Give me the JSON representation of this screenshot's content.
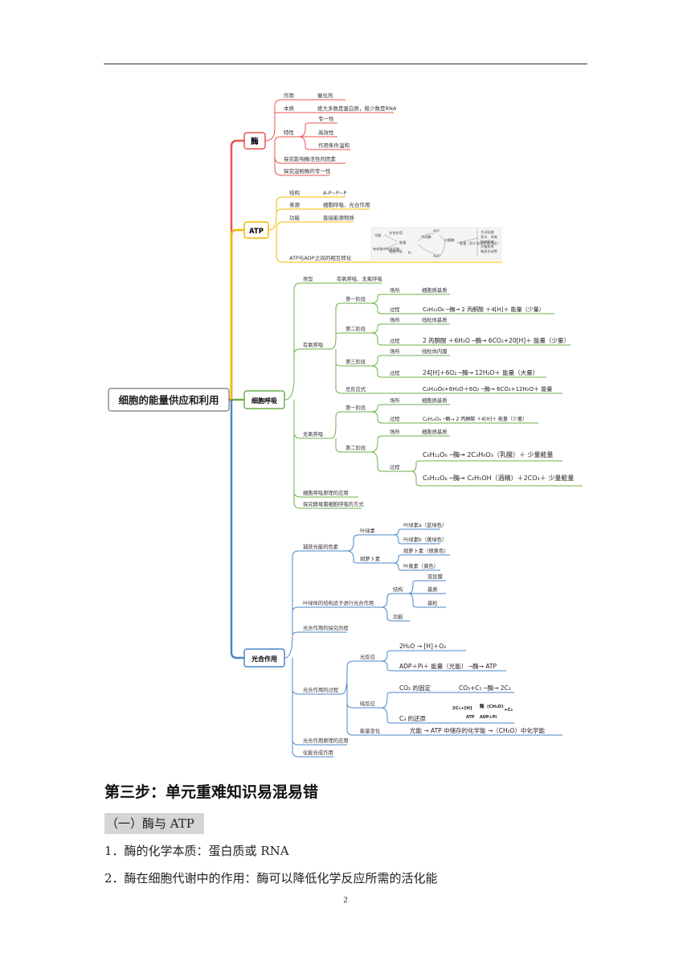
{
  "mindmap": {
    "root": "细胞的能量供应和利用",
    "enzyme": {
      "title": "酶",
      "zuoyong": "作用",
      "zuoyong_v": "催化剂",
      "benzhi": "本质",
      "benzhi_v": "绝大多数是蛋白质，极少数是RNA",
      "texing": "特性",
      "t1": "专一性",
      "t2": "高效性",
      "t3": "作用条件温和",
      "explore1": "探究影响酶活性的因素",
      "explore2": "探究淀粉酶的专一性"
    },
    "atp": {
      "title": "ATP",
      "jiegou": "结构",
      "jiegou_v": "A-P~P~P",
      "laiyuan": "来源",
      "laiyuan_v": "细胞呼吸、光合作用",
      "gongneng": "功能",
      "gongneng_v": "直接能源物质",
      "convert": "ATP与ADP之间的相互转化",
      "diagram": {
        "guang": "光能",
        "guanghe": "光合作用",
        "youji": "有机物中的化学能",
        "xibao": "细胞呼吸",
        "nengliang": "能量",
        "he": "合成酶",
        "atp": "ATP",
        "adp": "ADP",
        "pi": "Pi",
        "shuijie": "水解酶",
        "nl2": "能量（用于各项生命活动）",
        "uses": [
          "主动运输",
          "发光、发电",
          "肌肉收缩",
          "大脑思考",
          "物质合成等"
        ]
      }
    },
    "resp": {
      "title": "细胞呼吸",
      "leixing": "类型",
      "leixing_v": "有氧呼吸、无氧呼吸",
      "aerobic": "有氧呼吸",
      "s1": "第一阶段",
      "s1_place_l": "场所",
      "s1_place": "细胞质基质",
      "s1_proc_l": "过程",
      "s1_eq": "C₆H₁₂O₆ ─酶→ 2 丙酮酸 ＋4[H]＋ 能量（少量）",
      "s2": "第二阶段",
      "s2_place_l": "场所",
      "s2_place": "线粒体基质",
      "s2_proc_l": "过程",
      "s2_eq": "2 丙酮酸 ＋6H₂O ─酶→ 6CO₂+20[H]＋ 能量（少量）",
      "s3": "第三阶段",
      "s3_place_l": "场所",
      "s3_place": "线粒体内膜",
      "s3_proc_l": "过程",
      "s3_eq": "24[H]＋6O₂ ─酶→ 12H₂O＋ 能量（大量）",
      "total_l": "总反应式",
      "total_eq": "C₆H₁₂O₆+6H₂O＋6O₂ ─酶→ 6CO₂+12H₂O＋ 能量",
      "anaerobic": "无氧呼吸",
      "a1": "第一阶段",
      "a1_place_l": "场所",
      "a1_place": "细胞质基质",
      "a1_proc_l": "过程",
      "a1_eq": "C₆H₁₂O₆ ─酶→ 2 丙酮酸 ＋4[H]＋ 能量（少量）",
      "a2": "第二阶段",
      "a2_place_l": "场所",
      "a2_place": "细胞质基质",
      "a2_proc_l": "过程",
      "a2_eq1": "C₆H₁₂O₆ ─酶→ 2C₃H₆O₃（乳酸）＋ 少量能量",
      "a2_eq2": "C₆H₁₂O₆ ─酶→ C₂H₅OH（酒精）＋2CO₂＋ 少量能量",
      "app": "细胞呼吸原理的应用",
      "yeast": "探究酵母菌细胞呼吸的方式"
    },
    "photo": {
      "title": "光合作用",
      "pigment": "捕获光能的色素",
      "chl": "叶绿素",
      "chla": "叶绿素a（蓝绿色）",
      "chlb": "叶绿素b（黄绿色）",
      "car": "胡萝卜素",
      "cara": "胡萝卜素（橙黄色）",
      "xan": "叶黄素（黄色）",
      "struct": "叶绿体的结构适于进行光合作用",
      "jg": "结构",
      "m1": "双层膜",
      "m2": "基质",
      "m3": "基粒",
      "gn": "功能",
      "history": "光合作用的探究历程",
      "process": "光合作用的过程",
      "light": "光反应",
      "l_eq1": "2H₂O → [H]＋O₂",
      "l_eq2": "ADP＋Pi＋ 能量（光能） ─酶→ ATP",
      "dark": "暗反应",
      "co2": "CO₂ 的固定",
      "co2_eq": "CO₂+C₅ ─酶→ 2C₃",
      "c3": "C₃ 的还原",
      "c3_eq_a": "2C₃+[H]",
      "c3_eq_b": "(CH₂O)",
      "c3_eq_c": "+C₅",
      "c3_atp": "ATP",
      "c3_adp": "ADP+Pi",
      "c3_enz": "酶",
      "energy": "能量变化",
      "energy_v": "光能 → ATP 中储存的化学能 →（CH₂O）中化学能",
      "app": "光合作用原理的应用",
      "chemo": "化能合成作用"
    }
  },
  "doc": {
    "step": "第三步：单元重难知识易混易错",
    "section": "（一）酶与 ATP",
    "items": [
      "1．酶的化学本质：蛋白质或 RNA",
      "2．酶在细胞代谢中的作用：酶可以降低化学反应所需的活化能"
    ],
    "page": "2"
  },
  "colors": {
    "red": "#e8554e",
    "yellow": "#f5b800",
    "green": "#6ab04c",
    "blue": "#4a86c8"
  }
}
